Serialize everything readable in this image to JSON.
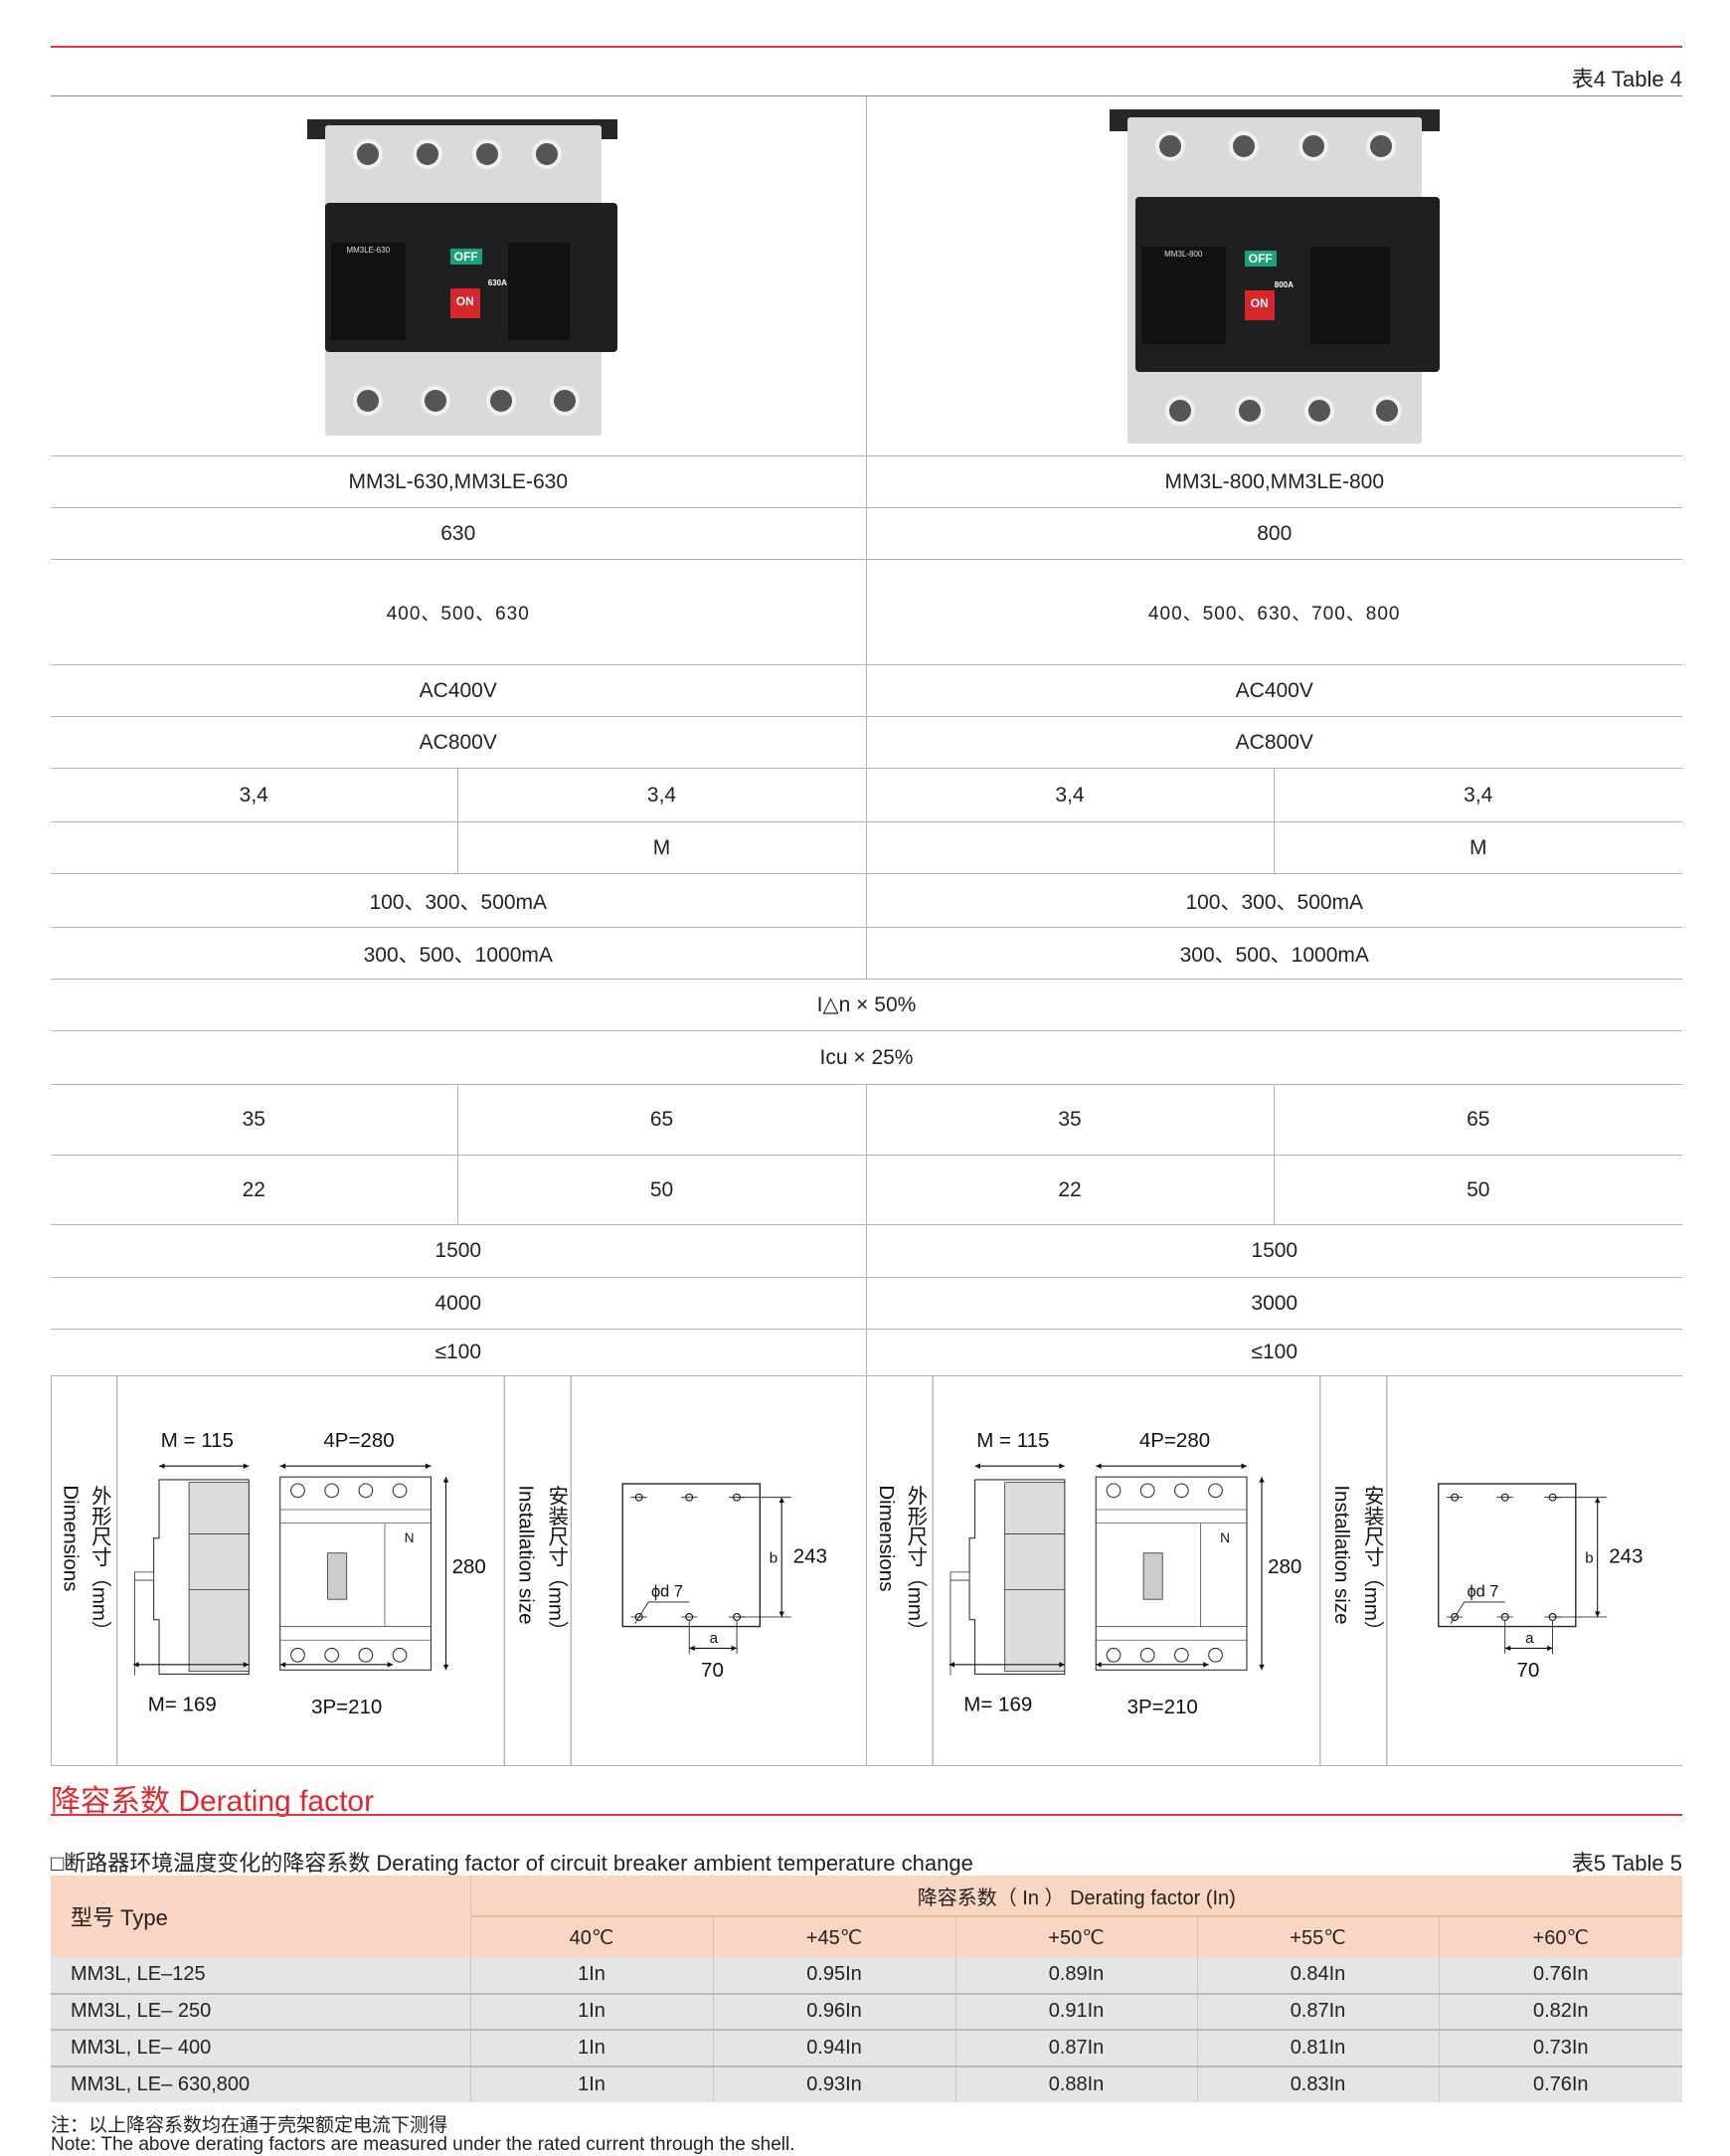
{
  "table4": {
    "caption": "表4  Table 4",
    "products": [
      {
        "model_label": "MM3LE-630",
        "amp_label": "630A",
        "off": "OFF",
        "on": "ON"
      },
      {
        "model_label": "MM3L-800",
        "amp_label": "800A",
        "off": "OFF",
        "on": "ON"
      }
    ],
    "rows": [
      {
        "cells": [
          {
            "t": "MM3L-630,MM3LE-630",
            "s": 2
          },
          {
            "t": "MM3L-800,MM3LE-800",
            "s": 2
          }
        ],
        "h": 52
      },
      {
        "cells": [
          {
            "t": "630",
            "s": 2
          },
          {
            "t": "800",
            "s": 2
          }
        ],
        "h": 52
      },
      {
        "cells": [
          {
            "t": "400、500、630",
            "s": 2,
            "c": "small"
          },
          {
            "t": "400、500、630、700、800",
            "s": 2,
            "c": "small"
          }
        ],
        "h": 106
      },
      {
        "cells": [
          {
            "t": "AC400V",
            "s": 2
          },
          {
            "t": "AC400V",
            "s": 2
          }
        ],
        "h": 52
      },
      {
        "cells": [
          {
            "t": "AC800V",
            "s": 2
          },
          {
            "t": "AC800V",
            "s": 2
          }
        ],
        "h": 52
      },
      {
        "cells": [
          {
            "t": "3,4",
            "s": 1
          },
          {
            "t": "3,4",
            "s": 1
          },
          {
            "t": "3,4",
            "s": 1
          },
          {
            "t": "3,4",
            "s": 1
          }
        ],
        "h": 54
      },
      {
        "cells": [
          {
            "t": "",
            "s": 1
          },
          {
            "t": "M",
            "s": 1
          },
          {
            "t": "",
            "s": 1
          },
          {
            "t": "M",
            "s": 1
          }
        ],
        "h": 52
      },
      {
        "cells": [
          {
            "t": "100、300、500mA",
            "s": 2
          },
          {
            "t": "100、300、500mA",
            "s": 2
          }
        ],
        "h": 54
      },
      {
        "cells": [
          {
            "t": "300、500、1000mA",
            "s": 2
          },
          {
            "t": "300、500、1000mA",
            "s": 2
          }
        ],
        "h": 52
      },
      {
        "cells": [
          {
            "t": "I△n × 50%",
            "s": 4
          }
        ],
        "h": 52
      },
      {
        "cells": [
          {
            "t": "Icu × 25%",
            "s": 4
          }
        ],
        "h": 54
      },
      {
        "cells": [
          {
            "t": "35",
            "s": 1
          },
          {
            "t": "65",
            "s": 1
          },
          {
            "t": "35",
            "s": 1
          },
          {
            "t": "65",
            "s": 1
          }
        ],
        "h": 71
      },
      {
        "cells": [
          {
            "t": "22",
            "s": 1
          },
          {
            "t": "50",
            "s": 1
          },
          {
            "t": "22",
            "s": 1
          },
          {
            "t": "50",
            "s": 1
          }
        ],
        "h": 70
      },
      {
        "cells": [
          {
            "t": "1500",
            "s": 2
          },
          {
            "t": "1500",
            "s": 2
          }
        ],
        "h": 53
      },
      {
        "cells": [
          {
            "t": "4000",
            "s": 2
          },
          {
            "t": "3000",
            "s": 2
          }
        ],
        "h": 52
      },
      {
        "cells": [
          {
            "t": "≤100",
            "s": 2
          },
          {
            "t": "≤100",
            "s": 2
          }
        ],
        "h": 47
      }
    ],
    "dimensions": {
      "label_cn": "外形尺寸（mm）",
      "label_en": "Dimensions",
      "install_cn": "安装尺寸（mm）",
      "install_en": "Installation size",
      "m115": "M = 115",
      "p4": "4P=280",
      "h280": "280",
      "m169": "M= 169",
      "p3": "3P=210",
      "n": "N",
      "b": "b",
      "b_val": "243",
      "phi": "ϕd 7",
      "a": "a",
      "a_val": "70"
    }
  },
  "derating": {
    "title": "降容系数 Derating factor",
    "subtitle": "□断路器环境温度变化的降容系数 Derating factor of circuit breaker ambient temperature change",
    "caption": "表5  Table 5",
    "type_header": "型号 Type",
    "group_header": "降容系数（ In ） Derating factor (In)",
    "temps": [
      "40℃",
      "+45℃",
      "+50℃",
      "+55℃",
      "+60℃"
    ],
    "rows": [
      {
        "type": "MM3L, LE–125",
        "values": [
          "1In",
          "0.95In",
          "0.89In",
          "0.84In",
          "0.76In"
        ]
      },
      {
        "type": "MM3L, LE– 250",
        "values": [
          "1In",
          "0.96In",
          "0.91In",
          "0.87In",
          "0.82In"
        ]
      },
      {
        "type": "MM3L, LE– 400",
        "values": [
          "1In",
          "0.94In",
          "0.87In",
          "0.81In",
          "0.73In"
        ]
      },
      {
        "type": "MM3L, LE– 630,800",
        "values": [
          "1In",
          "0.93In",
          "0.88In",
          "0.83In",
          "0.76In"
        ]
      }
    ],
    "note_cn": "注：以上降容系数均在通于壳架额定电流下测得",
    "note_en": "Note: The above derating factors are measured under the rated current through the shell."
  }
}
